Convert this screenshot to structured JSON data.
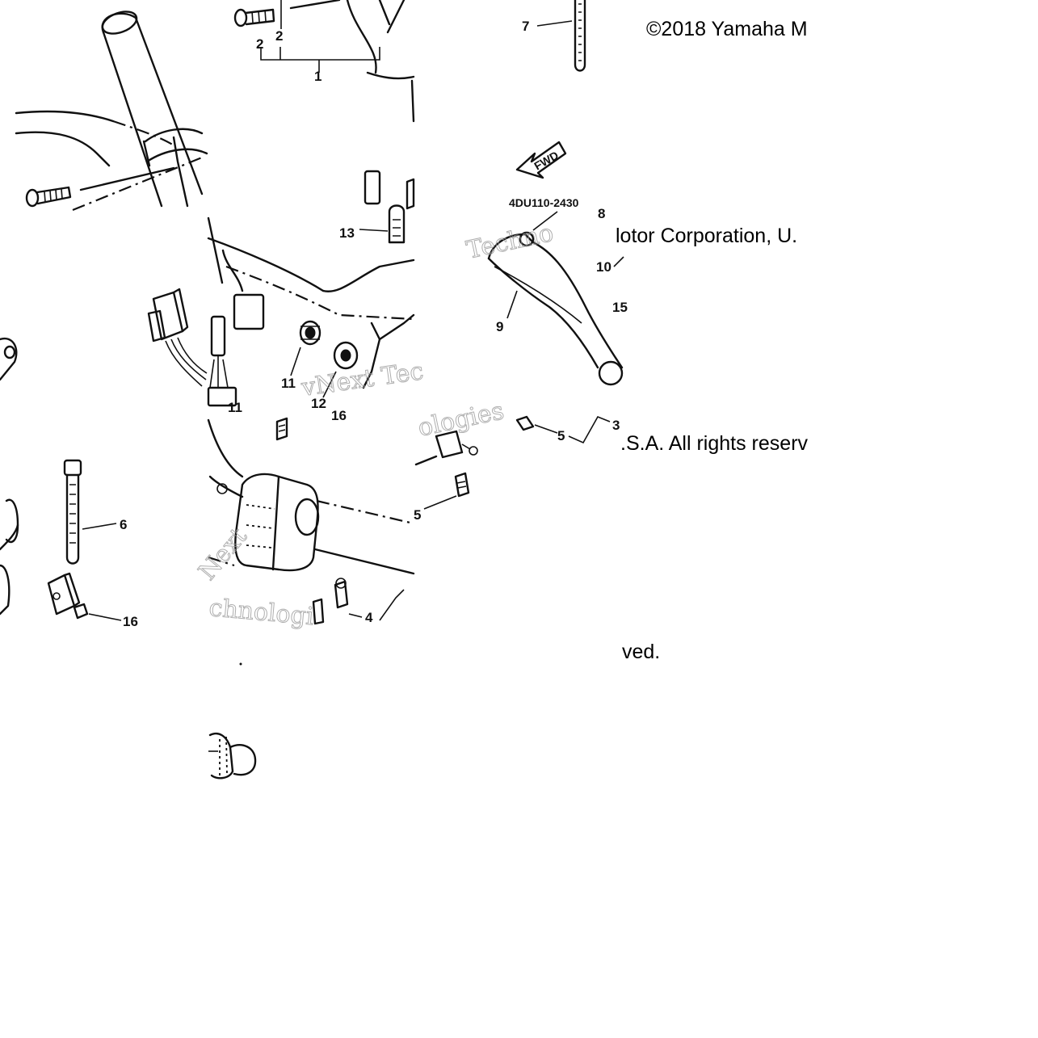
{
  "copyright": {
    "line1": "©2018 Yamaha M",
    "line2": "lotor Corporation, U.",
    "line3": ".S.A. All rights reserv",
    "line4": "ved."
  },
  "part_reference": "4DU110-2430",
  "fwd_arrow_label": "FWD",
  "watermarks": {
    "w1": "Techno",
    "w2": "vNext Tec",
    "w3": "ologies",
    "w4": "Next",
    "w5": "chnologi"
  },
  "callouts": {
    "c1": "1",
    "c2a": "2",
    "c2b": "2",
    "c3": "3",
    "c4": "4",
    "c5a": "5",
    "c5b": "5",
    "c6": "6",
    "c7": "7",
    "c8": "8",
    "c9": "9",
    "c10": "10",
    "c11a": "11",
    "c11b": "11",
    "c12": "12",
    "c13": "13",
    "c15": "15",
    "c16a": "16",
    "c16b": "16"
  }
}
